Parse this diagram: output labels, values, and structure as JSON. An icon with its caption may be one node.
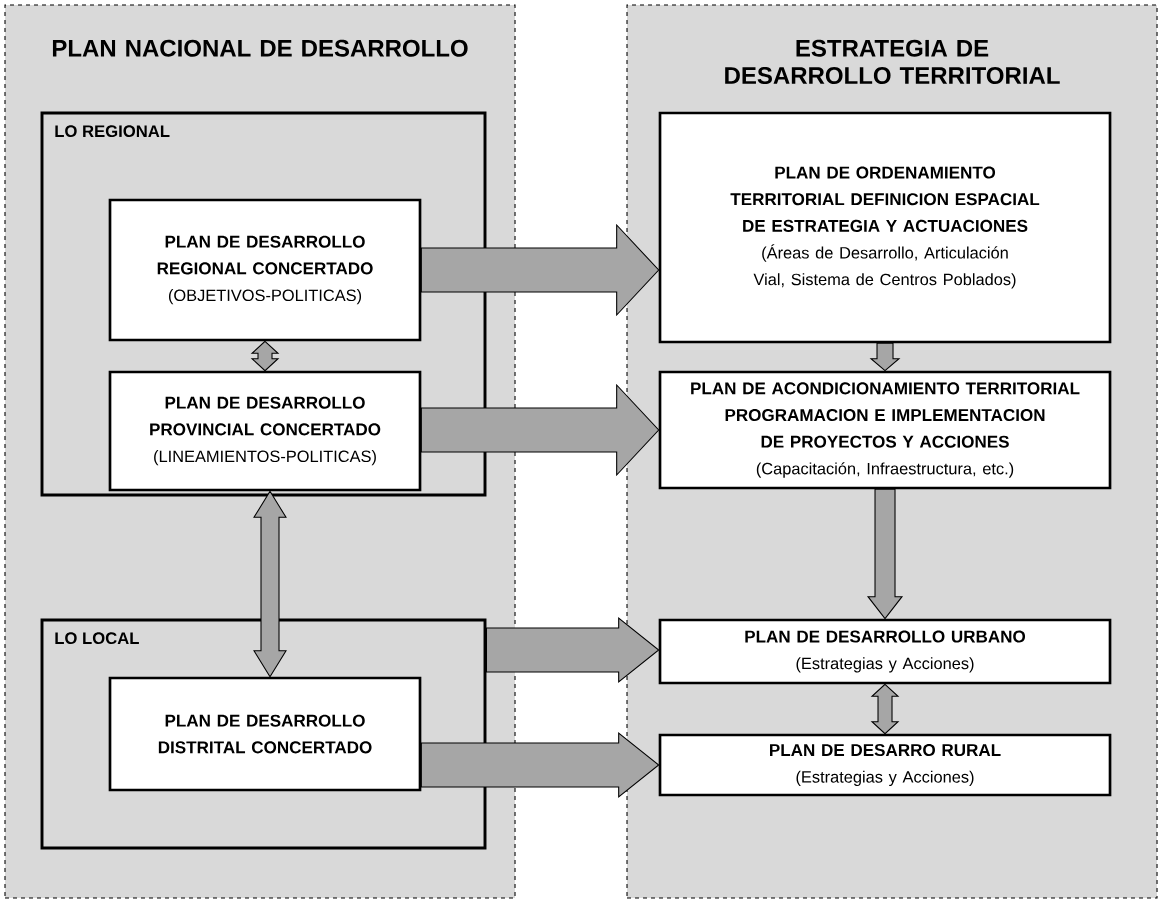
{
  "diagram": {
    "nodes": [
      {
        "text": [
          "PLAN NACIONAL DE DESARROLLO"
        ]
      },
      {
        "text": [
          "LO REGIONAL"
        ],
        "in": 0
      },
      {
        "text": [
          "PLAN DE DESARROLLO REGIONAL CONCERTADO",
          "(OBJETIVOS-POLITICAS)"
        ],
        "in": 1
      },
      {
        "text": [
          "PLAN DE DESARROLLO PROVINCIAL CONCERTADO",
          "(LINEAMIENTOS-POLITICAS)"
        ],
        "in": 1
      },
      {
        "text": [
          "LO LOCAL"
        ],
        "in": 0
      },
      {
        "text": [
          "PLAN DE DESARROLLO DISTRITAL CONCERTADO"
        ],
        "in": 4
      },
      {
        "text": [
          "ESTRATEGIA DE DESARROLLO TERRITORIAL"
        ]
      },
      {
        "text": [
          "PLAN DE ORDENAMIENTO TERRITORIAL DEFINICION ESPACIAL DE ESTRATEGIA Y ACTUACIONES",
          "(Áreas de Desarrollo, Articulación Vial, Sistema de Centros Poblados)"
        ],
        "in": 6
      },
      {
        "text": [
          "PLAN DE ACONDICIONAMIENTO TERRITORIAL PROGRAMACION E IMPLEMENTACION DE PROYECTOS Y ACCIONES",
          "(Capacitación, Infraestructura, etc.)"
        ],
        "in": 6
      },
      {
        "text": [
          "PLAN DE DESARROLLO URBANO",
          "(Estrategias y Acciones)"
        ],
        "in": 6
      },
      {
        "text": [
          "PLAN DE DESARRO RURAL",
          "(Estrategias y Acciones)"
        ],
        "in": 6
      }
    ],
    "edges": [
      {
        "from": 2,
        "to": 7,
        "arrow": "to"
      },
      {
        "from": 2,
        "to": 3,
        "arrow": "both"
      },
      {
        "from": 3,
        "to": 8,
        "arrow": "to"
      },
      {
        "from": 7,
        "to": 8,
        "arrow": "to"
      },
      {
        "from": 3,
        "to": 5,
        "arrow": "both"
      },
      {
        "from": 8,
        "to": 9,
        "arrow": "to"
      },
      {
        "from": 4,
        "to": 9,
        "arrow": "to"
      },
      {
        "from": 5,
        "to": 10,
        "arrow": "to"
      },
      {
        "from": 9,
        "to": 10,
        "arrow": "both"
      }
    ]
  }
}
